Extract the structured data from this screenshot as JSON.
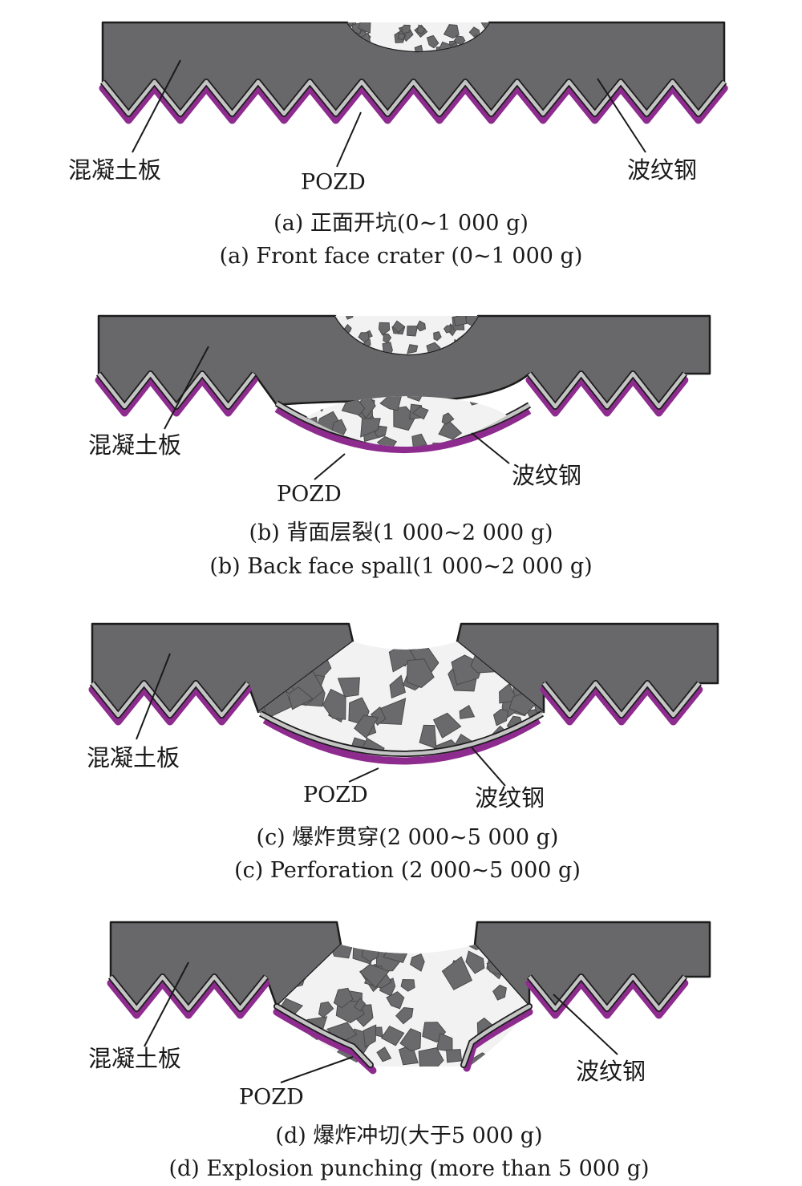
{
  "colors": {
    "concrete": "#68686a",
    "concrete_edge": "#1c1c1c",
    "steel": "#c4c4c4",
    "pozd": "#8e2b8e",
    "debris_bg": "#f2f2f2",
    "fragment": "#6a6a6c"
  },
  "panels": [
    {
      "id": "a",
      "label_concrete": "混凝土板",
      "label_pozd": "POZD",
      "label_steel": "波纹钢",
      "caption_cn": "(a) 正面开坑(0~1 000 g)",
      "caption_en": "(a) Front face crater (0~1 000 g)"
    },
    {
      "id": "b",
      "label_concrete": "混凝土板",
      "label_pozd": "POZD",
      "label_steel": "波纹钢",
      "caption_cn": "(b) 背面层裂(1 000~2 000 g)",
      "caption_en": "(b) Back face spall(1 000~2 000 g)"
    },
    {
      "id": "c",
      "label_concrete": "混凝土板",
      "label_pozd": "POZD",
      "label_steel": "波纹钢",
      "caption_cn": "(c) 爆炸贯穿(2 000~5 000 g)",
      "caption_en": "(c) Perforation (2 000~5 000 g)"
    },
    {
      "id": "d",
      "label_concrete": "混凝土板",
      "label_pozd": "POZD",
      "label_steel": "波纹钢",
      "caption_cn": "(d) 爆炸冲切(大于5 000 g)",
      "caption_en": "(d) Explosion punching (more than 5 000 g)"
    }
  ]
}
